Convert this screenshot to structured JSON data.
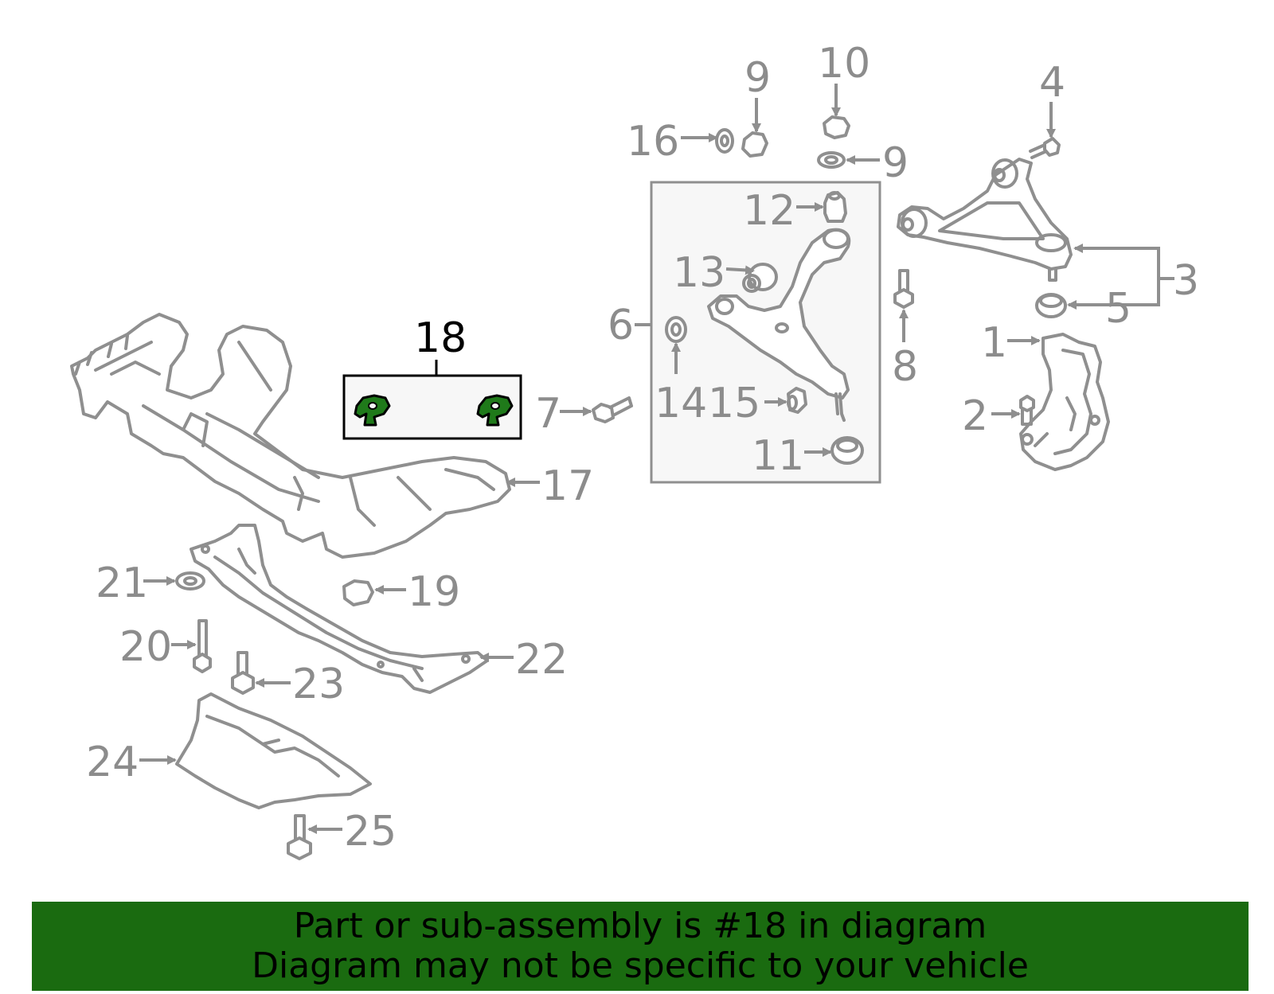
{
  "highlighted_part": "18",
  "labels": {
    "p1": "1",
    "p2": "2",
    "p3": "3",
    "p4": "4",
    "p5": "5",
    "p6": "6",
    "p7": "7",
    "p8": "8",
    "p9a": "9",
    "p9b": "9",
    "p10": "10",
    "p11": "11",
    "p12": "12",
    "p13": "13",
    "p14": "14",
    "p15": "15",
    "p16": "16",
    "p17": "17",
    "p18": "18",
    "p19": "19",
    "p20": "20",
    "p21": "21",
    "p22": "22",
    "p23": "23",
    "p24": "24",
    "p25": "25"
  },
  "banner": {
    "line1": "Part or sub-assembly is #18 in diagram",
    "line2": "Diagram may not be specific to your vehicle"
  },
  "colors": {
    "banner_bg": "#1a6b10",
    "highlight_part": "#1f7a1a",
    "line_gray": "#8f8f8f",
    "box_fill": "#f7f7f7"
  }
}
